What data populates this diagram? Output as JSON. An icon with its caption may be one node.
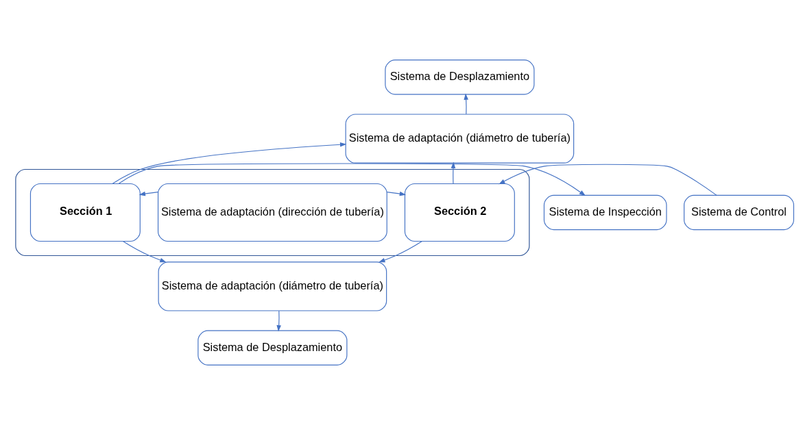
{
  "diagram": {
    "nodes": [
      {
        "text": [
          "Sistema de Desplazamiento"
        ]
      },
      {
        "text": [],
        "shape": "ellipse"
      },
      {
        "text": [
          "Sistema de adaptación (diámetro de tubería)"
        ]
      },
      {
        "text": [
          "Sistema de Inspección"
        ]
      },
      {
        "text": [
          "Sección 1"
        ],
        "in": 1
      },
      {
        "text": [
          "Sistema de adaptación (dirección de tubería)"
        ],
        "in": 1
      },
      {
        "text": [
          "Sección 2"
        ],
        "in": 1
      },
      {
        "text": [
          "Sistema de Control"
        ]
      },
      {
        "text": [
          "Sistema de adaptación (diámetro de tubería)"
        ]
      },
      {
        "text": [
          "Sistema de Desplazamiento"
        ]
      }
    ],
    "edges": [
      {
        "from": 2,
        "to": 0,
        "arrow": "to"
      },
      {
        "from": 4,
        "to": 2,
        "arrow": "to"
      },
      {
        "from": 6,
        "to": 2,
        "arrow": "to"
      },
      {
        "from": 4,
        "to": 3,
        "arrow": "to"
      },
      {
        "from": 5,
        "to": 4,
        "arrow": "to"
      },
      {
        "from": 5,
        "to": 6,
        "arrow": "to"
      },
      {
        "from": 7,
        "to": 6,
        "arrow": "to"
      },
      {
        "from": 4,
        "to": 8,
        "arrow": "to"
      },
      {
        "from": 6,
        "to": 8,
        "arrow": "to"
      },
      {
        "from": 8,
        "to": 9,
        "arrow": "to"
      }
    ]
  }
}
